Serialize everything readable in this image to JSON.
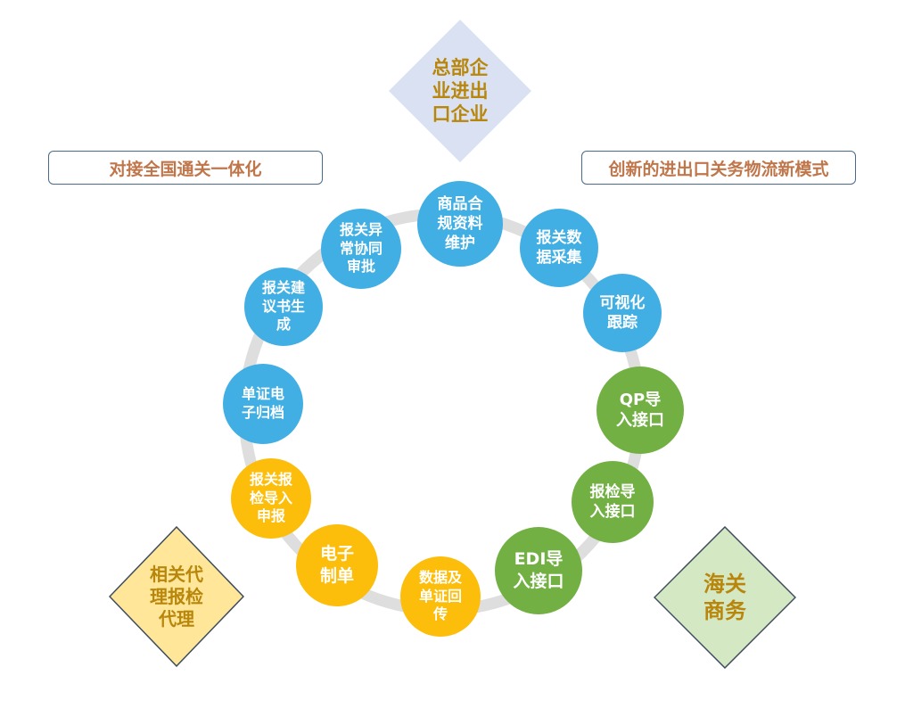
{
  "diamonds": {
    "top": {
      "label": "总部企\n业进出\n口企业",
      "fill": "#d9e1f2",
      "text_color": "#b8860b"
    },
    "left": {
      "label": "相关代\n理报检\n代理",
      "fill": "#ffe699",
      "text_color": "#b8860b"
    },
    "right": {
      "label": "海关\n商务",
      "fill": "#d5e8c4",
      "text_color": "#b8860b"
    }
  },
  "banners": {
    "left": "对接全国通关一体化",
    "right": "创新的进出口关务物流新模式"
  },
  "nodes": [
    {
      "label": "商品合\n规资料\n维护",
      "color": "blue"
    },
    {
      "label": "报关数\n据采集",
      "color": "blue"
    },
    {
      "label": "可视化\n跟踪",
      "color": "blue"
    },
    {
      "label": "QP导\n入接口",
      "color": "green"
    },
    {
      "label": "报检导\n入接口",
      "color": "green"
    },
    {
      "label": "EDI导\n入接口",
      "color": "green"
    },
    {
      "label": "数据及\n单证回\n传",
      "color": "yellow"
    },
    {
      "label": "电子\n制单",
      "color": "yellow"
    },
    {
      "label": "报关报\n检导入\n申报",
      "color": "yellow"
    },
    {
      "label": "单证电\n子归档",
      "color": "blue"
    },
    {
      "label": "报关建\n议书生\n成",
      "color": "blue"
    },
    {
      "label": "报关异\n常协同\n审批",
      "color": "blue"
    }
  ],
  "colors": {
    "blue": "#41afe3",
    "green": "#72b044",
    "yellow": "#fdbd0b",
    "ring": "#dedede"
  }
}
